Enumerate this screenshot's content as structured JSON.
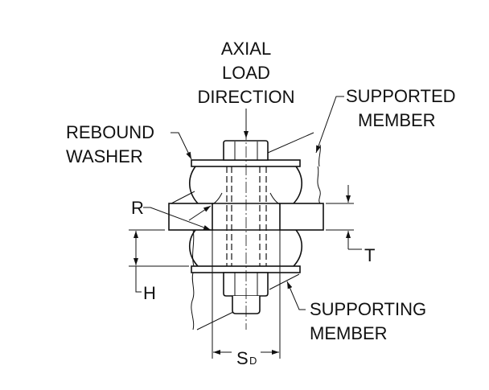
{
  "labels": {
    "axial_load": [
      "AXIAL",
      "LOAD",
      "DIRECTION"
    ],
    "rebound_washer": [
      "REBOUND",
      "WASHER"
    ],
    "supported_member": [
      "SUPPORTED",
      "MEMBER"
    ],
    "supporting_member": [
      "SUPPORTING",
      "MEMBER"
    ],
    "r": "R",
    "t": "T",
    "h": "H",
    "sd_main": "S",
    "sd_sub": "D"
  }
}
